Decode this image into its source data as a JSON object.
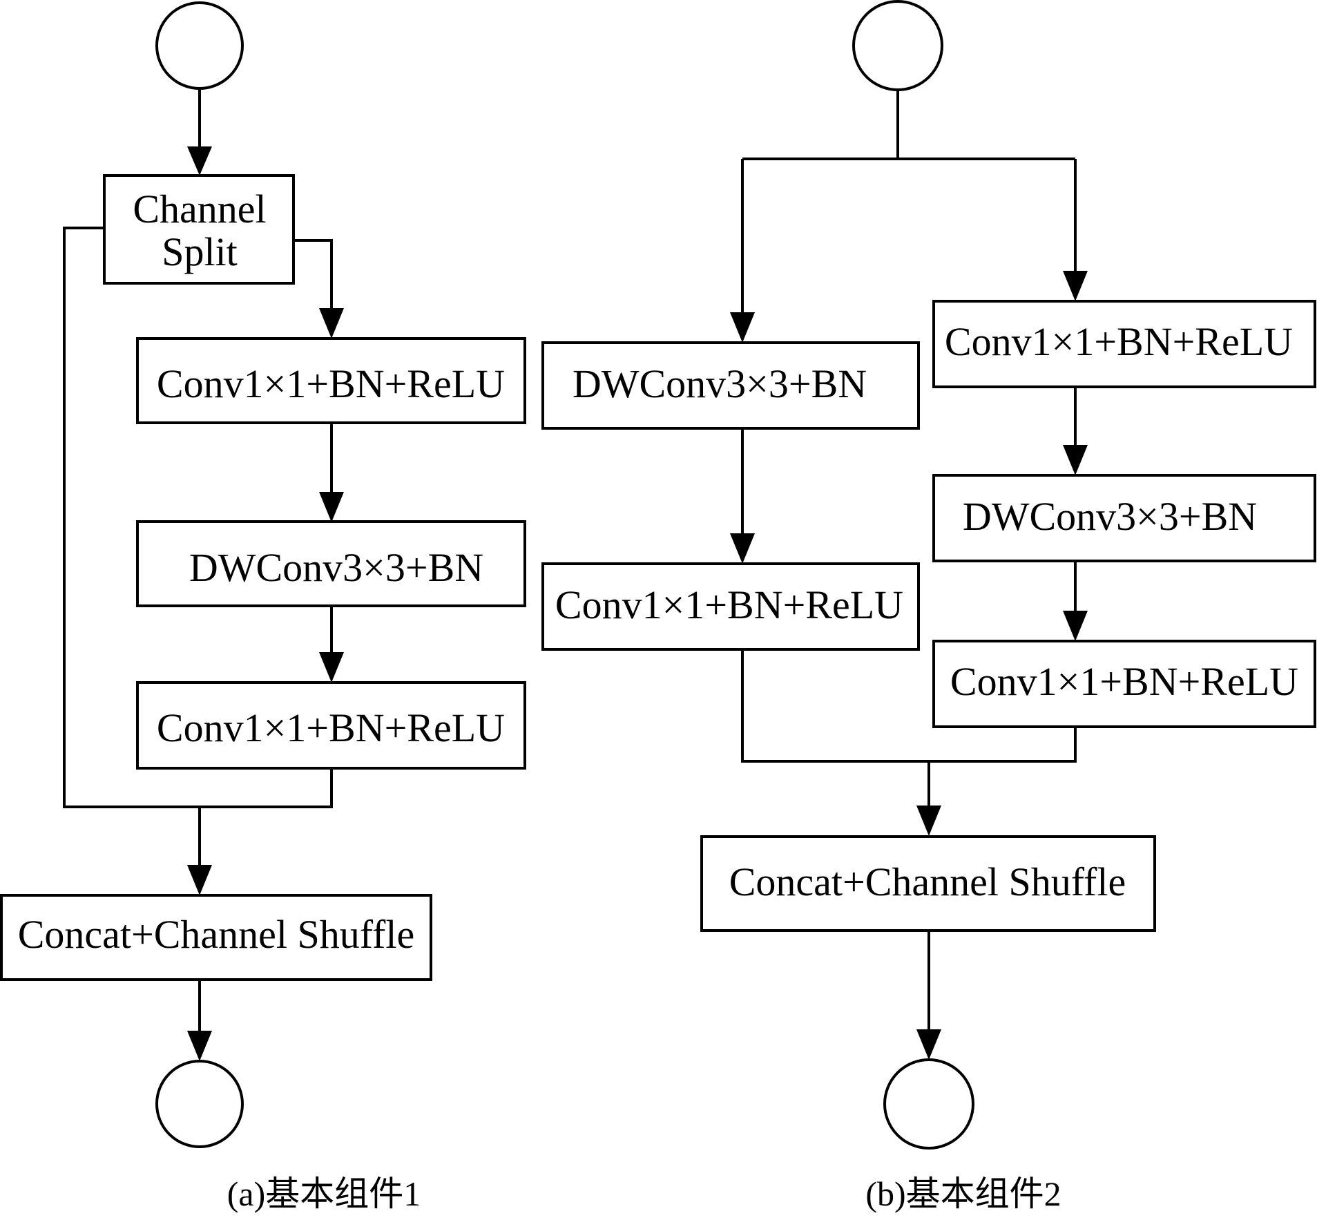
{
  "diagram_a": {
    "split_line1": "Channel",
    "split_line2": "Split",
    "conv1": "Conv1×1+BN+ReLU",
    "dwconv": "DWConv3×3+BN",
    "conv2": "Conv1×1+BN+ReLU",
    "concat": "Concat+Channel Shuffle",
    "caption": "(a)基本组件1"
  },
  "diagram_b": {
    "left_dwconv": "DWConv3×3+BN",
    "left_conv": "Conv1×1+BN+ReLU",
    "right_conv1": "Conv1×1+BN+ReLU",
    "right_dwconv": "DWConv3×3+BN",
    "right_conv2": "Conv1×1+BN+ReLU",
    "concat": "Concat+Channel Shuffle",
    "caption": "(b)基本组件2"
  }
}
